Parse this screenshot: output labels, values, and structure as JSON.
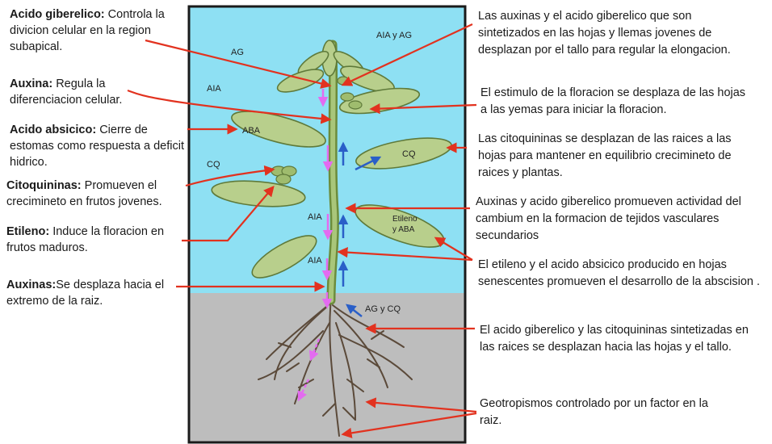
{
  "colors": {
    "sky": "#8ee0f3",
    "soil": "#bdbdbd",
    "frame": "#1a1a1a",
    "leaf": "#b8cf8c",
    "leaf_dark": "#5f7a3a",
    "stem": "#9fbc6e",
    "root": "#5b4a3a",
    "red_arrow": "#e2321f",
    "pink_arrow": "#e36bf0",
    "blue_arrow": "#2a5fc8"
  },
  "left_labels": [
    {
      "title": "Acido giberelico:",
      "text": " Controla la divicion celular en la region subapical."
    },
    {
      "title": "Auxina:",
      "text": " Regula la diferenciacion celular."
    },
    {
      "title": "Acido absicico:",
      "text": " Cierre de estomas como respuesta a deficit hidrico."
    },
    {
      "title": "Citoquininas:",
      "text": " Promueven el crecimineto en frutos jovenes."
    },
    {
      "title": "Etileno:",
      "text": " Induce la floracion en frutos maduros."
    },
    {
      "title": "Auxinas:",
      "text": "Se desplaza hacia el extremo de la raiz."
    }
  ],
  "right_labels": [
    "Las auxinas y el acido giberelico que son sintetizados en las hojas y llemas jovenes de desplazan por el tallo para regular la elongacion.",
    "El estimulo de la floracion se desplaza de las hojas a las yemas para iniciar la floracion.",
    "Las citoquininas se desplazan de las raices a las hojas para mantener en equilibrio crecimineto de raices y plantas.",
    "Auxinas y acido giberelico promueven actividad del cambium en la formacion de tejidos vasculares secundarios",
    "El etileno y el acido absicico producido en hojas senescentes promueven el desarrollo de  la abscision .",
    "El acido giberelico y las citoquininas sintetizadas en las raices se desplazan hacia las hojas y el tallo.",
    "Geotropismos controlado por un factor en la raiz."
  ],
  "tags": {
    "ag_top": "AG",
    "aia_ag": "AIA y AG",
    "aia_left": "AIA",
    "aba": "ABA",
    "cq_left": "CQ",
    "cq_right": "CQ",
    "aia_mid": "AIA",
    "etileno_aba": "Etileno y ABA",
    "aia_low": "AIA",
    "ag_cq": "AG y CQ"
  }
}
